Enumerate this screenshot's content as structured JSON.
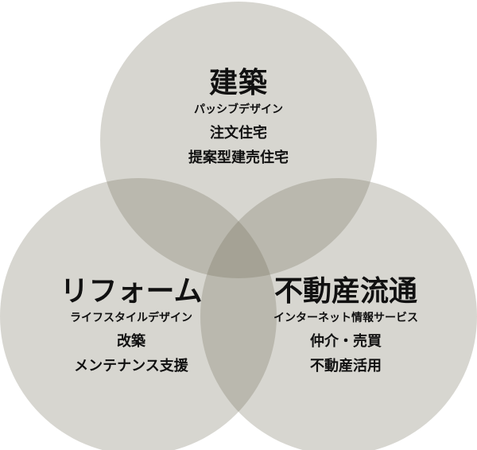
{
  "colors": {
    "circle_fill": "#716c56",
    "text": "#111111",
    "background": "#ffffff"
  },
  "circles": [
    {
      "title": "建築",
      "subtitle": "パッシブデザイン",
      "items": [
        "注文住宅",
        "提案型建売住宅"
      ]
    },
    {
      "title": "リフォーム",
      "subtitle": "ライフスタイルデザイン",
      "items": [
        "改築",
        "メンテナンス支援"
      ]
    },
    {
      "title": "不動産流通",
      "subtitle": "インターネット情報サービス",
      "items": [
        "仲介・売買",
        "不動産活用"
      ]
    }
  ]
}
